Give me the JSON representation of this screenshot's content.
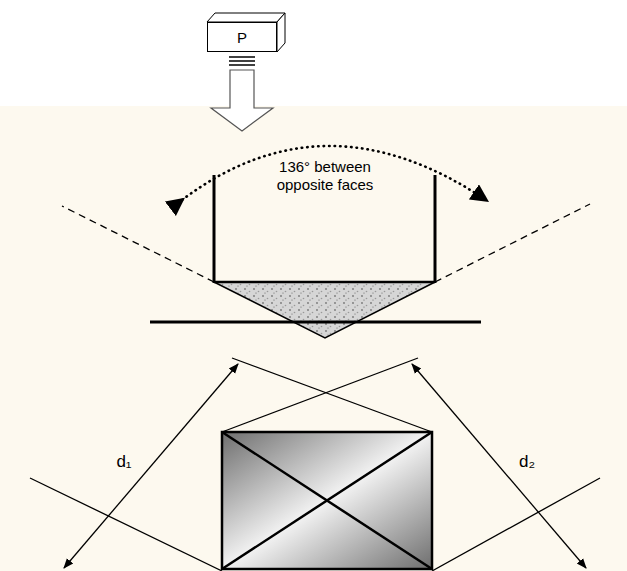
{
  "diagram": {
    "nodes": [
      {
        "text": [
          "P"
        ]
      }
    ],
    "labels": [
      "136° between opposite faces",
      "d₁",
      "d₂"
    ]
  }
}
